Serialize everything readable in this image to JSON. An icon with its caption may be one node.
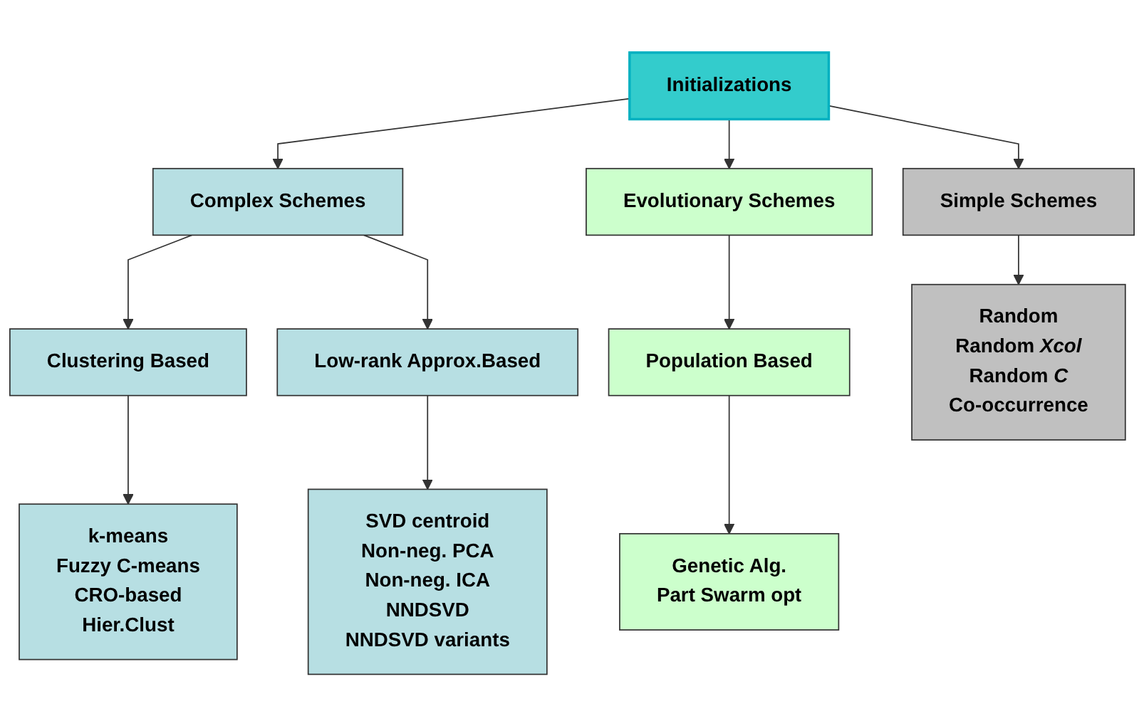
{
  "diagram": {
    "nodes": [
      {
        "text": [
          "Initializations"
        ]
      },
      {
        "text": [
          "Simple Schemes"
        ]
      },
      {
        "text": [
          "Complex Schemes"
        ]
      },
      {
        "text": [
          "Evolutionary Schemes"
        ]
      },
      {
        "text": [
          "Clustering Based"
        ]
      },
      {
        "text": [
          "Low-rank Approx.Based"
        ]
      },
      {
        "text": [
          "Population Based"
        ]
      },
      {
        "text": [
          "Random",
          "Random *Xcol*",
          "Random *C*",
          "Co-occurrence"
        ]
      },
      {
        "text": [
          "k-means",
          "Fuzzy C-means",
          "CRO-based",
          "Hier.Clust"
        ]
      },
      {
        "text": [
          "SVD centroid",
          "Non-neg. PCA",
          "Non-neg. ICA",
          "NNDSVD",
          "NNDSVD variants"
        ]
      },
      {
        "text": [
          "Genetic Alg.",
          "Part Swarm opt"
        ]
      }
    ],
    "edges": [
      {
        "from": 0,
        "to": 1,
        "arrow": "to"
      },
      {
        "from": 0,
        "to": 2,
        "arrow": "to"
      },
      {
        "from": 0,
        "to": 3,
        "arrow": "to"
      },
      {
        "from": 1,
        "to": 7,
        "arrow": "to"
      },
      {
        "from": 2,
        "to": 4,
        "arrow": "to"
      },
      {
        "from": 2,
        "to": 5,
        "arrow": "to"
      },
      {
        "from": 3,
        "to": 6,
        "arrow": "to"
      },
      {
        "from": 4,
        "to": 8,
        "arrow": "to"
      },
      {
        "from": 5,
        "to": 9,
        "arrow": "to"
      },
      {
        "from": 6,
        "to": 10,
        "arrow": "to"
      }
    ]
  }
}
